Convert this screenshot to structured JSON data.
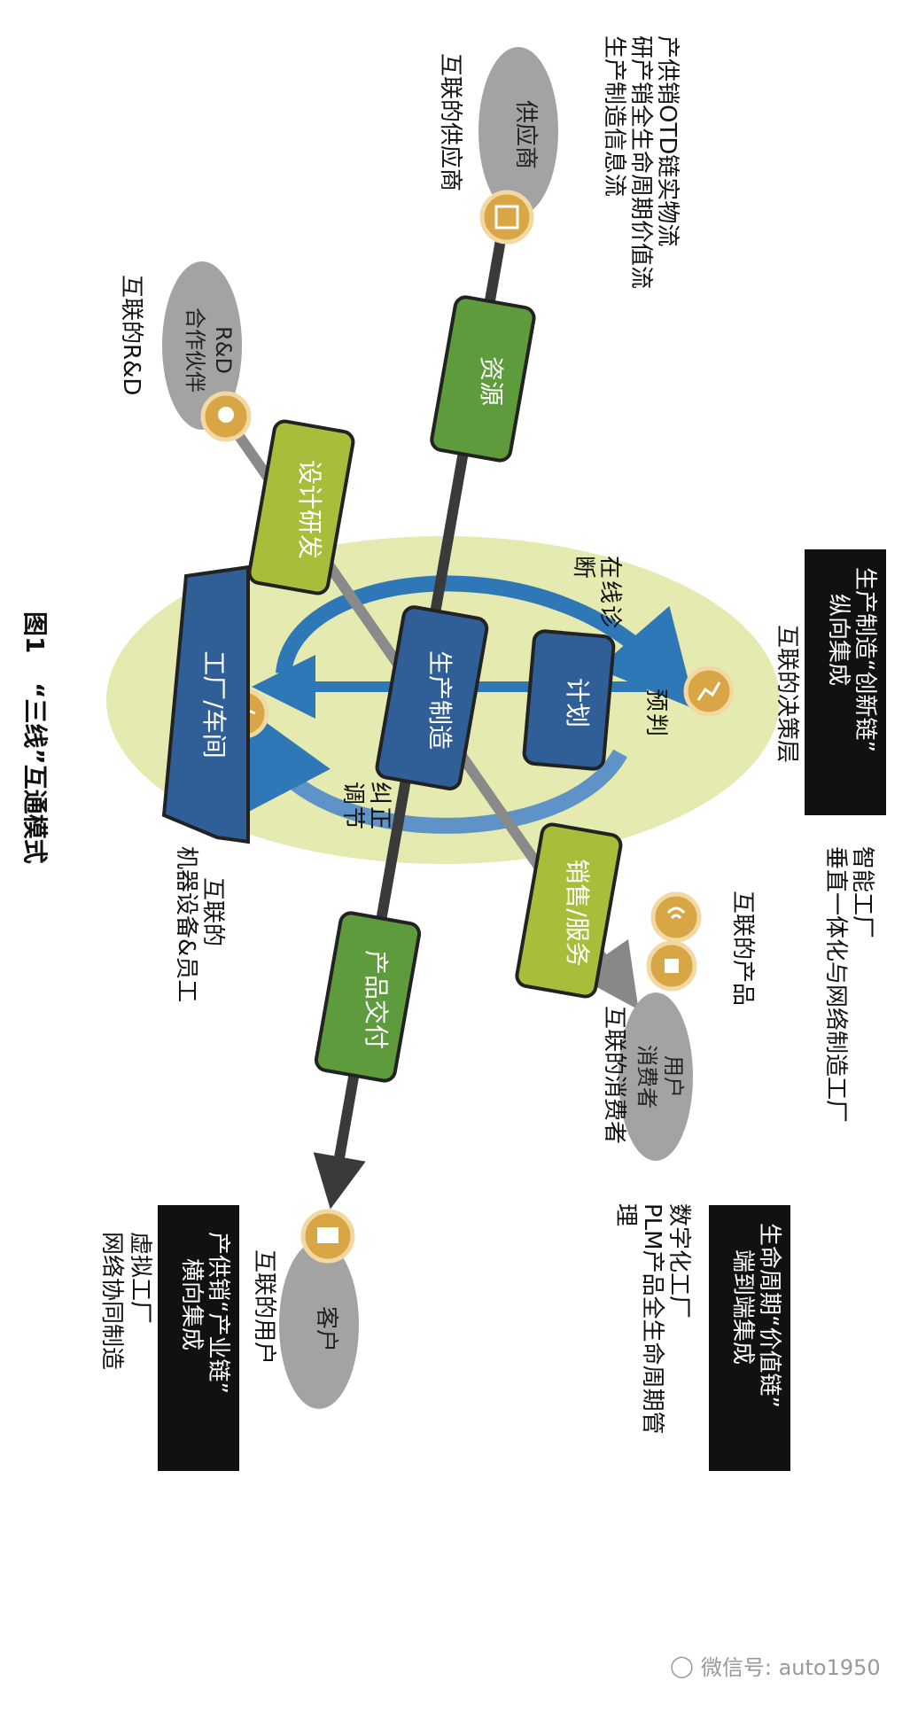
{
  "figure": {
    "caption_num": "图1",
    "caption_text": "“三线”互通模式"
  },
  "ellipses": {
    "supplier": "供应商",
    "rd_partner_line1": "R&D",
    "rd_partner_line2": "合作伙伴",
    "consumer_line1": "用户",
    "consumer_line2": "消费者",
    "customer": "客户"
  },
  "boxes": {
    "resource": "资源",
    "design": "设计研发",
    "production": "生产制造",
    "plan": "计划",
    "factory": "工厂/车间",
    "sales": "销售/服务",
    "delivery": "产品交付"
  },
  "labels": {
    "online_diag": [
      "在",
      "线",
      "诊",
      "断"
    ],
    "predict": [
      "预",
      "判"
    ],
    "correct": [
      "纠",
      "正",
      "调",
      "节"
    ],
    "supplier_desc": [
      "产供销OTD链实物流",
      "研产销全生命周期价值流",
      "生产制造信息流"
    ],
    "connected_supplier": "互联的供应商",
    "connected_rd": "互联的R&D",
    "connected_decision": "互联的决策层",
    "connected_machine_line1": "互联的",
    "connected_machine_line2": "机器设备&员工",
    "connected_product": "互联的产品",
    "connected_consumer": "互联的消费者",
    "connected_user": "互联的用户",
    "smart_factory_line1": "智能工厂",
    "smart_factory_line2": "垂直一体化与网络制造工厂",
    "digital_factory_line1": "数字化工厂",
    "digital_factory_line2": "PLM产品全生命周期管",
    "digital_factory_line3": "理",
    "virtual_factory_line1": "虚拟工厂",
    "virtual_factory_line2": "网络协同制造"
  },
  "black_boxes": {
    "innovation_line1": "生产制造“创新链”",
    "innovation_line2": "纵向集成",
    "value_line1": "生命周期“价值链”",
    "value_line2": "端到端集成",
    "industry_line1": "产供销“产业链”",
    "industry_line2": "横向集成"
  },
  "watermark": {
    "text": "微信号: auto1950"
  },
  "colors": {
    "green_dark": "#5e9b3c",
    "green_light": "#a6be3a",
    "blue_box": "#2f5f96",
    "yellow_ellipse": "#e4eab0",
    "grey_ellipse": "#a3a3a3",
    "icon_gold": "#d9a645",
    "arrow_blue": "#2e78b8"
  }
}
